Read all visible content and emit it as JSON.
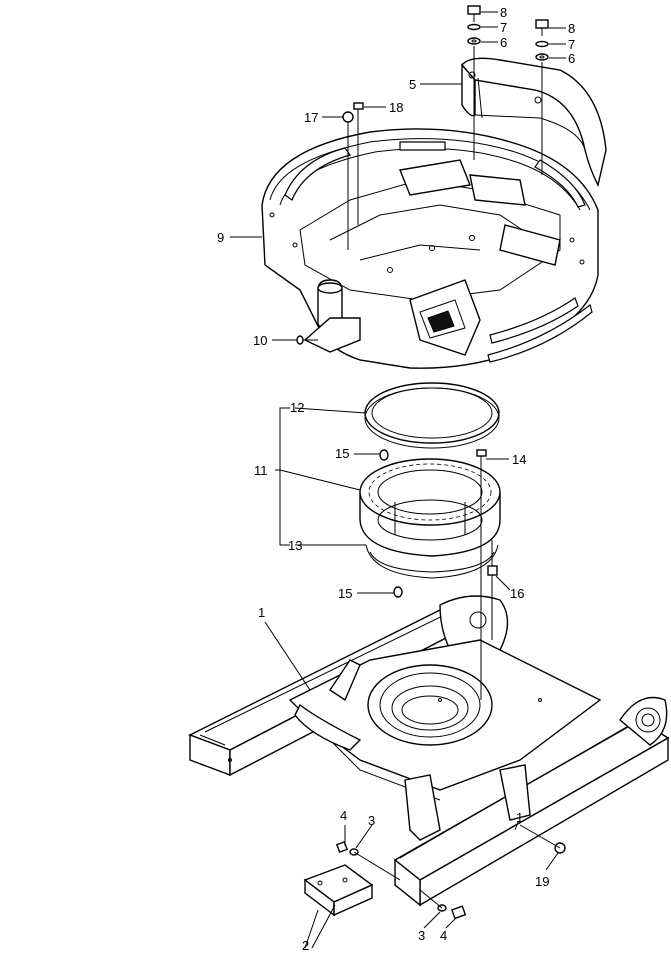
{
  "diagram": {
    "callouts": {
      "c1": "1",
      "c1b": "1",
      "c2": "2",
      "c3a": "3",
      "c3b": "3",
      "c4a": "4",
      "c4b": "4",
      "c5": "5",
      "c6a": "6",
      "c6b": "6",
      "c7a": "7",
      "c7b": "7",
      "c8a": "8",
      "c8b": "8",
      "c9": "9",
      "c10": "10",
      "c11": "11",
      "c12": "12",
      "c13": "13",
      "c14": "14",
      "c15a": "15",
      "c15b": "15",
      "c16": "16",
      "c17": "17",
      "c18": "18",
      "c19": "19"
    }
  }
}
